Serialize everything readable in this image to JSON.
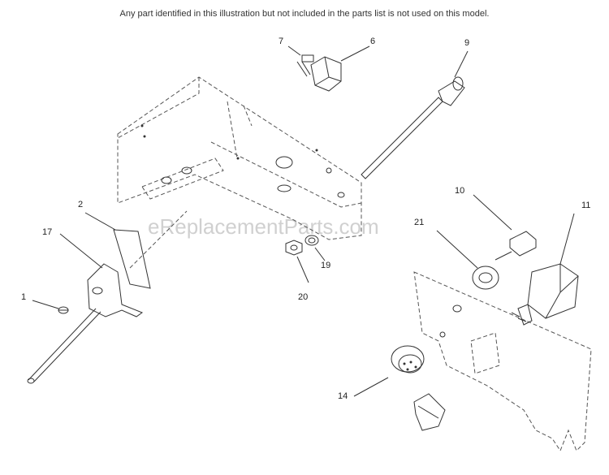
{
  "note": "Any part identified in this illustration but not included in the parts list is not used on this model.",
  "watermark": "eReplacementParts.com",
  "callouts": {
    "c1": "1",
    "c2": "2",
    "c6": "6",
    "c7": "7",
    "c9": "9",
    "c10": "10",
    "c11": "11",
    "c14": "14",
    "c17": "17",
    "c19": "19",
    "c20": "20",
    "c21": "21"
  }
}
